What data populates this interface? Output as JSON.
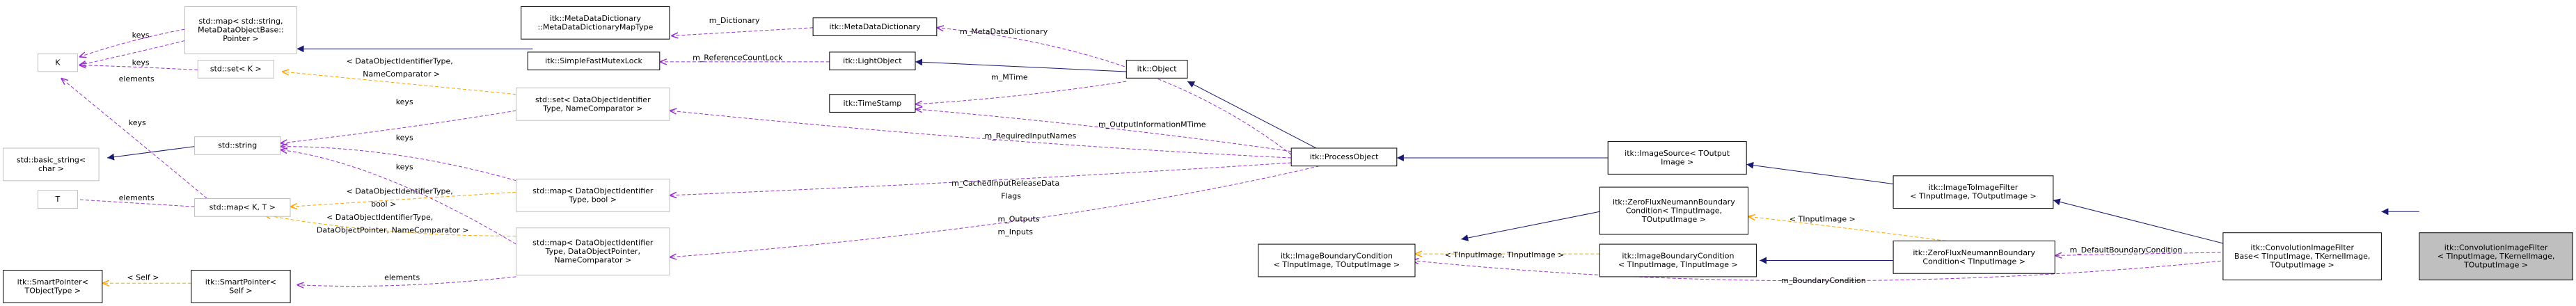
{
  "nodes": {
    "std_map_string_base": [
      "std::map< std::string,",
      "MetaDataObjectBase::",
      "Pointer >"
    ],
    "meta_dict_map_type": [
      "itk::MetaDataDictionary",
      "::MetaDataDictionaryMapType"
    ],
    "meta_dict": [
      "itk::MetaDataDictionary"
    ],
    "k": [
      "K"
    ],
    "std_set_k": [
      "std::set< K >"
    ],
    "mutex_lock": [
      "itk::SimpleFastMutexLock"
    ],
    "light_object": [
      "itk::LightObject"
    ],
    "itk_object": [
      "itk::Object"
    ],
    "timestamp": [
      "itk::TimeStamp"
    ],
    "std_set_dataobj": [
      "std::set< DataObjectIdentifier",
      "Type, NameComparator >"
    ],
    "basic_string": [
      "std::basic_string<",
      "char >"
    ],
    "std_string": [
      "std::string"
    ],
    "t": [
      "T"
    ],
    "std_map_kt": [
      "std::map< K, T >"
    ],
    "std_map_bool": [
      "std::map< DataObjectIdentifier",
      "Type, bool >"
    ],
    "std_map_pointer": [
      "std::map< DataObjectIdentifier",
      "Type, DataObjectPointer,",
      "NameComparator >"
    ],
    "smartpointer_t": [
      "itk::SmartPointer<",
      "TObjectType >"
    ],
    "smartpointer_self": [
      "itk::SmartPointer<",
      "Self >"
    ],
    "process_object": [
      "itk::ProcessObject"
    ],
    "image_source": [
      "itk::ImageSource< TOutput",
      "Image >"
    ],
    "zero_flux_condition": [
      "itk::ZeroFluxNeumannBoundary",
      "Condition< TInputImage,",
      "TOutputImage >"
    ],
    "ibc_in_out": [
      "itk::ImageBoundaryCondition",
      "< TInputImage, TOutputImage >"
    ],
    "ibc_in_in": [
      "itk::ImageBoundaryCondition",
      "< TInputImage, TInputImage >"
    ],
    "zero_flux_input": [
      "itk::ZeroFluxNeumannBoundary",
      "Condition< TInputImage >"
    ],
    "image_to_image": [
      "itk::ImageToImageFilter",
      "< TInputImage, TOutputImage >"
    ],
    "conv_base": [
      "itk::ConvolutionImageFilter",
      "Base< TInputImage, TKernelImage,",
      "TOutputImage >"
    ],
    "conv_filter": [
      "itk::ConvolutionImageFilter",
      "< TInputImage, TKernelImage,",
      "TOutputImage >"
    ]
  },
  "labels": {
    "keys_map_k": "keys",
    "elements_map_k": "elements",
    "keys_set_k": "keys",
    "keys_kt": "keys",
    "m_dictionary": "m_Dictionary",
    "m_metadatadictionary": "m_MetaDataDictionary",
    "m_referencecountlock": "m_ReferenceCountLock",
    "m_mtime": "m_MTime",
    "m_outputinformationmtime": "m_OutputInformationMTime",
    "set_tmpl_1": "< DataObjectIdentifierType,",
    "set_tmpl_2": "NameComparator >",
    "keys_set_dataobj": "keys",
    "keys_map_bool": "keys",
    "keys_map_pointer": "keys",
    "elements_t": "elements",
    "map_bool_tmpl_1": "< DataObjectIdentifierType,",
    "map_bool_tmpl_2": "bool >",
    "map_ptr_tmpl_1": "< DataObjectIdentifierType,",
    "map_ptr_tmpl_2": "DataObjectPointer, NameComparator >",
    "self_tmpl": "< Self >",
    "elements_sp": "elements",
    "m_requiredinputnames": "m_RequiredInputNames",
    "m_cached_1": "m_CachedInputReleaseData",
    "m_cached_2": "Flags",
    "m_outputs": "m_Outputs",
    "m_inputs": "m_Inputs",
    "tinputimage_tmpl": "< TInputImage >",
    "tin_tin_tmpl": "< TInputImage, TInputImage >",
    "m_defaultboundarycondition": "m_DefaultBoundaryCondition",
    "m_boundarycondition": "m_BoundaryCondition"
  },
  "colors": {
    "inheritance": "#191970",
    "usage": "#9a32cd",
    "template": "#ffa500",
    "focus_fill": "#bfbfbf",
    "grey_border": "#bfbfbf"
  }
}
